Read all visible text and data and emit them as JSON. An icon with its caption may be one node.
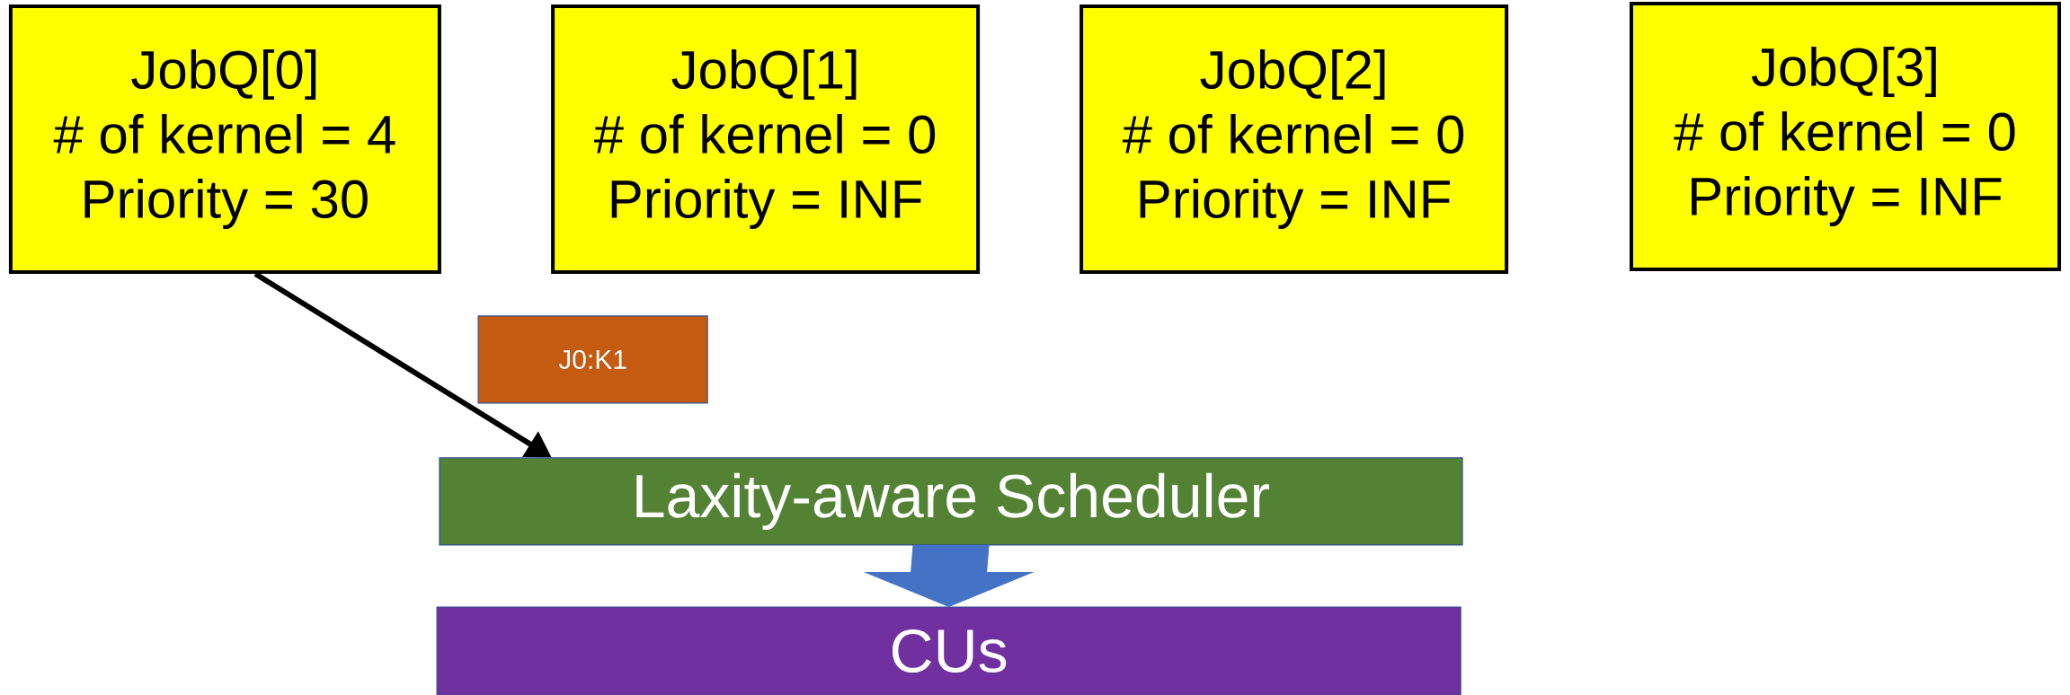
{
  "diagram": {
    "nodes": [
      {
        "text": [
          "JobQ[0]",
          "# of kernel = 4",
          "Priority = 30"
        ]
      },
      {
        "text": [
          "JobQ[1]",
          "# of kernel = 0",
          "Priority = INF"
        ]
      },
      {
        "text": [
          "JobQ[2]",
          "# of kernel = 0",
          "Priority = INF"
        ]
      },
      {
        "text": [
          "JobQ[3]",
          "# of kernel = 0",
          "Priority = INF"
        ]
      },
      {
        "text": [
          "J0:K1"
        ]
      },
      {
        "text": [
          "Laxity-aware Scheduler"
        ]
      },
      {
        "text": [
          "CUs"
        ]
      }
    ],
    "edges": [
      {
        "from": 0,
        "to": 5,
        "arrow": "to"
      },
      {
        "from": 5,
        "to": 6,
        "arrow": "to",
        "style": "thick",
        "color": "#4472c4"
      }
    ]
  }
}
